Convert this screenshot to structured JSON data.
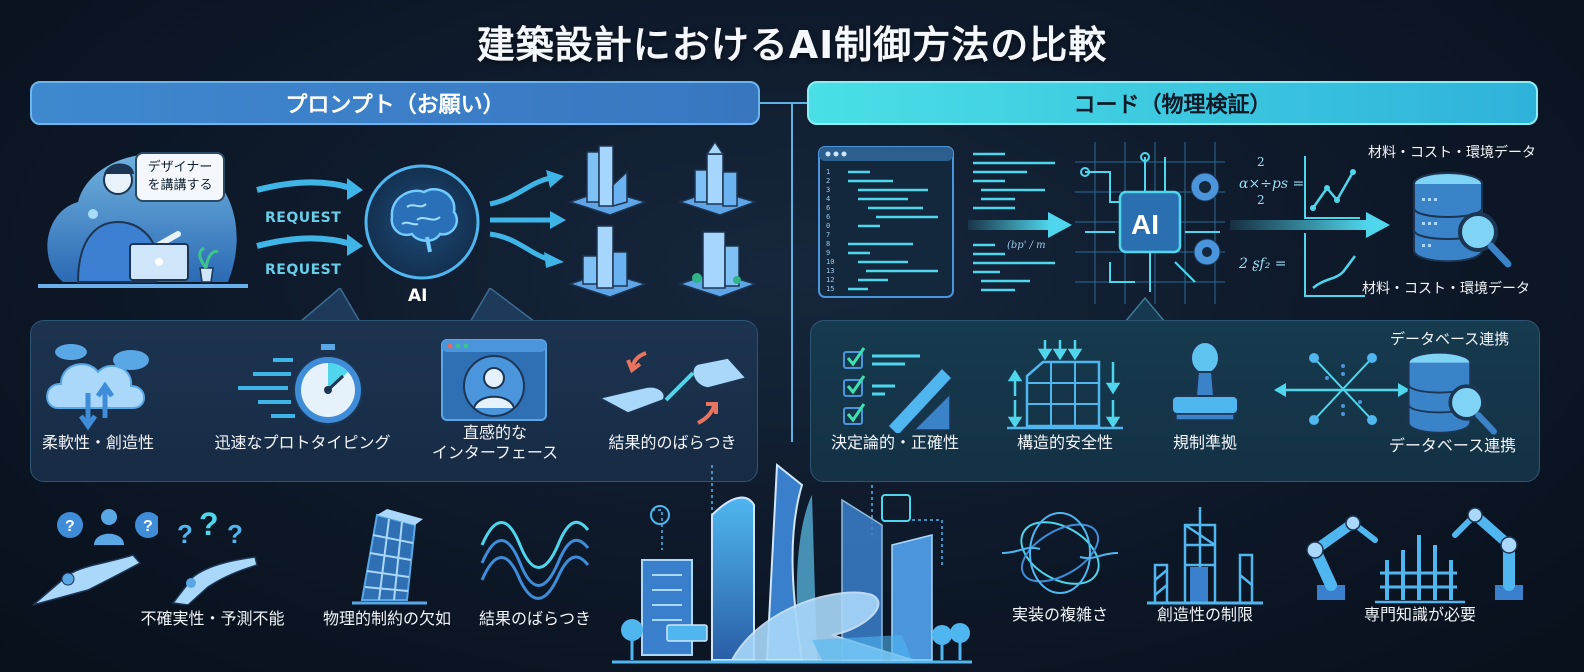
{
  "title": "建築設計におけるAI制御方法の比較",
  "colors": {
    "background": "#0d1828",
    "prompt_header": "#3d86cc",
    "code_header": "#3ccbe0",
    "accent_cyan": "#4fd6ec",
    "accent_blue": "#4a95dc"
  },
  "prompt": {
    "header": "プロンプト（お願い）",
    "speech_bubble": "デザイナー\nを講講する",
    "request_labels": [
      "REQUEST",
      "REQUEST"
    ],
    "ai_label": "AI",
    "icons": [
      "designer-at-laptop-icon",
      "brain-icon",
      "building-variant-icon"
    ],
    "strengths": [
      {
        "label": "柔軟性・創造性",
        "icon": "cloud-sync-icon"
      },
      {
        "label": "迅速なプロトタイピング",
        "icon": "stopwatch-icon"
      },
      {
        "label": "直感的な\nインターフェース",
        "icon": "user-window-icon"
      },
      {
        "label": "結果的のばらつき",
        "icon": "robot-hands-icon"
      }
    ],
    "weaknesses": [
      {
        "label": "",
        "icon": "robot-hand-questions-icon"
      },
      {
        "label": "不確実性・予測不能",
        "icon": "question-marks-icon"
      },
      {
        "label": "物理的制約の欠如",
        "icon": "tilted-building-icon"
      },
      {
        "label": "結果のばらつき",
        "icon": "waves-icon"
      }
    ]
  },
  "code": {
    "header": "コード（物理検証）",
    "ai_chip_label": "AI",
    "data_labels": [
      "材料・コスト・環境データ",
      "材料・コスト・環境データ"
    ],
    "code_line_numbers": [
      "1",
      "2",
      "3",
      "4",
      "6",
      "6",
      "0",
      "7",
      "8",
      "9",
      "10",
      "13",
      "12",
      "15"
    ],
    "strengths": [
      {
        "label": "決定論的・正確性",
        "icon": "checklist-ruler-icon"
      },
      {
        "label": "構造的安全性",
        "icon": "structure-load-icon"
      },
      {
        "label": "規制準拠",
        "icon": "stamp-icon"
      },
      {
        "label": "データベース連携",
        "icon": "database-search-icon"
      }
    ],
    "database_top_label": "データベース連携",
    "weaknesses": [
      {
        "label": "実装の複雑さ",
        "icon": "tangle-icon"
      },
      {
        "label": "創造性の制限",
        "icon": "scaffold-icon"
      },
      {
        "label": "専門知識が必要",
        "icon": "robot-arms-icon"
      }
    ]
  },
  "center": {
    "icon": "futuristic-city-icon"
  }
}
